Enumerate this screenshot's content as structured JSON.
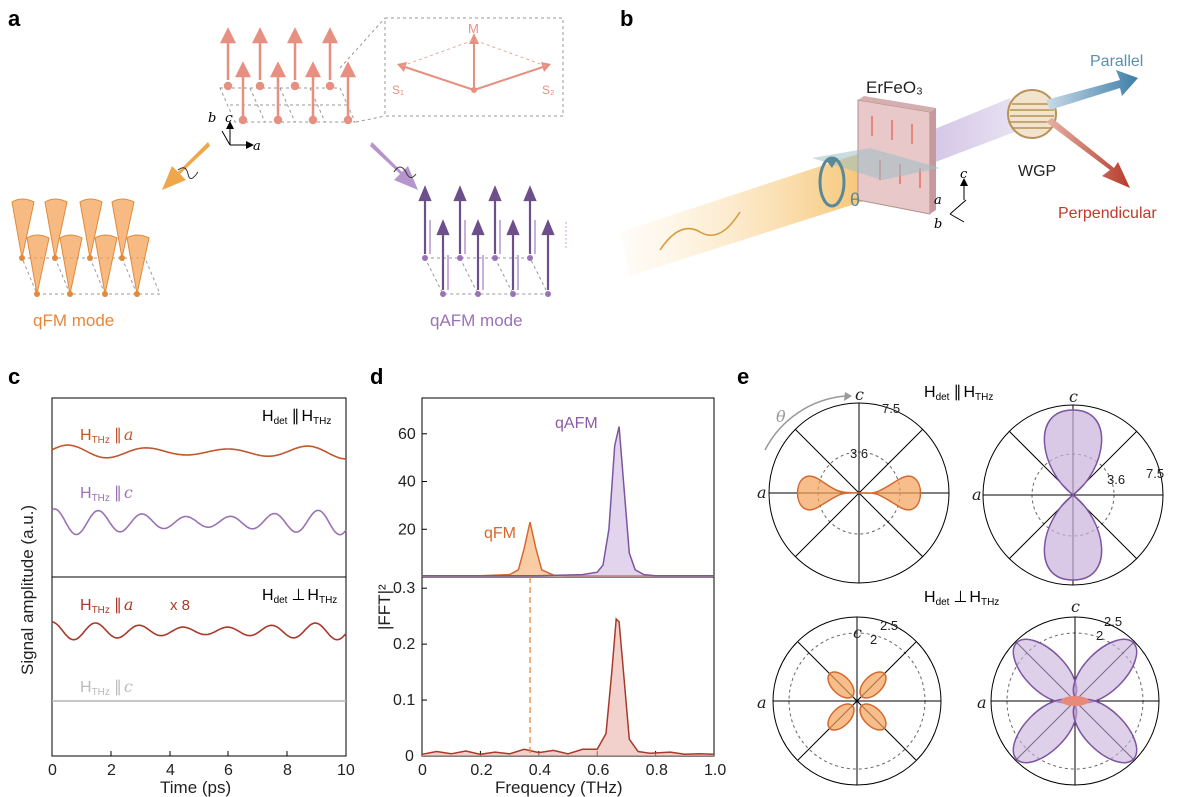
{
  "panel_labels": {
    "a": "a",
    "b": "b",
    "c": "c",
    "d": "d",
    "e": "e"
  },
  "colors": {
    "qfm": "#e8873a",
    "qafm": "#9a72b5",
    "red": "#c0392b",
    "orange_fill": "#f4a35a",
    "grey": "#b5b5b5",
    "teal": "#5a8fb0"
  },
  "panel_a": {
    "axes": {
      "a": "a",
      "b": "b",
      "c": "c"
    },
    "inset": {
      "m": "M",
      "s1": "S₁",
      "s2": "S₂"
    },
    "qfm_label": "qFM mode",
    "qafm_label": "qAFM mode"
  },
  "panel_b": {
    "crystal": "ErFeO₃",
    "theta": "θ",
    "wgp": "WGP",
    "parallel": "Parallel",
    "perpendicular": "Perpendicular",
    "axes": {
      "a": "a",
      "b": "b",
      "c": "c"
    }
  },
  "panel_c": {
    "ylabel": "Signal amplitude (a.u.)",
    "xlabel": "Time (ps)",
    "xticks": [
      "0",
      "2",
      "4",
      "6",
      "8",
      "10"
    ],
    "top_title_left": "H",
    "top_title_sub": "det",
    "top_title_rel": "∥",
    "top_title_right": "H",
    "top_title_sub2": "THz",
    "bottom_title_rel": "⊥",
    "trace1": {
      "main": "H",
      "sub": "THz",
      "rel": "∥",
      "axis": "a"
    },
    "trace2": {
      "main": "H",
      "sub": "THz",
      "rel": "∥",
      "axis": "c"
    },
    "trace3": {
      "main": "H",
      "sub": "THz",
      "rel": "∥",
      "axis": "a",
      "factor": "x 8"
    },
    "trace4": {
      "main": "H",
      "sub": "THz",
      "rel": "∥",
      "axis": "c"
    }
  },
  "chart_data": [
    {
      "type": "line",
      "title": "",
      "xlabel": "Frequency (THz)",
      "ylabel": "|FFT|²",
      "xlim": [
        0,
        1.0
      ],
      "ylim": [
        0,
        75
      ],
      "xticks": [
        "0",
        "0.2",
        "0.4",
        "0.6",
        "0.8",
        "1.0"
      ],
      "yticks": [
        "20",
        "40",
        "60"
      ],
      "annotations": [
        "qFM",
        "qAFM"
      ],
      "series": [
        {
          "name": "qFM",
          "x": [
            0.0,
            0.1,
            0.2,
            0.3,
            0.33,
            0.35,
            0.37,
            0.39,
            0.41,
            0.45,
            0.5,
            0.6,
            0.7,
            0.8,
            0.9,
            1.0
          ],
          "values": [
            0.5,
            0.5,
            0.5,
            1,
            3,
            12,
            23,
            12,
            3,
            0.8,
            0.5,
            0.5,
            0.5,
            0.5,
            0.5,
            0.5
          ]
        },
        {
          "name": "qAFM",
          "x": [
            0.0,
            0.2,
            0.4,
            0.55,
            0.6,
            0.62,
            0.64,
            0.66,
            0.675,
            0.69,
            0.71,
            0.73,
            0.76,
            0.8,
            0.9,
            1.0
          ],
          "values": [
            0.5,
            0.5,
            0.5,
            1,
            2,
            5,
            20,
            55,
            63,
            40,
            10,
            3,
            1,
            0.5,
            0.5,
            0.5
          ]
        }
      ]
    },
    {
      "type": "line",
      "title": "",
      "xlabel": "Frequency (THz)",
      "ylabel": "",
      "xlim": [
        0,
        1.0
      ],
      "ylim": [
        0,
        0.32
      ],
      "xticks": [
        "0",
        "0.2",
        "0.4",
        "0.6",
        "0.8",
        "1.0"
      ],
      "yticks": [
        "0",
        "0.1",
        "0.2",
        "0.3"
      ],
      "dashed_marker_x": 0.37,
      "series": [
        {
          "x": [
            0.0,
            0.05,
            0.1,
            0.15,
            0.2,
            0.25,
            0.3,
            0.35,
            0.4,
            0.45,
            0.5,
            0.55,
            0.6,
            0.63,
            0.65,
            0.665,
            0.675,
            0.69,
            0.71,
            0.74,
            0.78,
            0.85,
            0.9,
            0.95,
            1.0
          ],
          "values": [
            0.003,
            0.008,
            0.004,
            0.009,
            0.003,
            0.007,
            0.004,
            0.012,
            0.006,
            0.01,
            0.004,
            0.012,
            0.012,
            0.04,
            0.15,
            0.245,
            0.24,
            0.15,
            0.03,
            0.008,
            0.005,
            0.007,
            0.003,
            0.004,
            0.003
          ]
        }
      ]
    }
  ],
  "panel_e": {
    "top_title": {
      "main": "H",
      "sub": "det",
      "rel": "∥",
      "main2": "H",
      "sub2": "THz"
    },
    "bottom_title": {
      "main": "H",
      "sub": "det",
      "rel": "⊥",
      "main2": "H",
      "sub2": "THz"
    },
    "theta": "θ",
    "c": "c",
    "a": "a",
    "r_top_outer": "7.5",
    "r_top_inner": "3.6",
    "r_bot_outer": "2.5",
    "r_bot_inner": "2"
  }
}
